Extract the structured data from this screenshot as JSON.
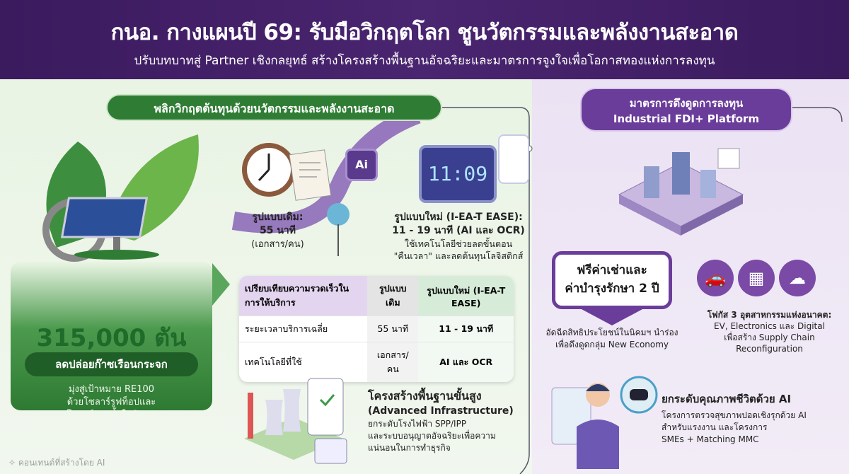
{
  "header": {
    "title": "กนอ. กางแผนปี 69: รับมือวิกฤตโลก ชูนวัตกรรมและพลังงานสะอาด",
    "subtitle": "ปรับบทบาทสู่ Partner เชิงกลยุทธ์ สร้างโครงสร้างพื้นฐานอัจฉริยะและมาตรการจูงใจเพื่อโอกาสทองแห่งการลงทุน"
  },
  "colors": {
    "header": "#3b1a5e",
    "green": "#2f7d34",
    "purple": "#6b3d9a"
  },
  "left": {
    "section_title": "พลิกวิกฤตต้นทุนด้วยนวัตกรรมและพลังงานสะอาด",
    "emission": {
      "value": "315,000 ตัน",
      "label": "ลดปล่อยก๊าซเรือนกระจก",
      "desc": [
        "มุ่งสู่เป้าหมาย RE100",
        "ด้วยโซลาร์รูฟท็อปและ",
        "โซลาร์ลอยน้ำในนิคมฯ"
      ]
    },
    "old_model": {
      "title": "รูปแบบเดิม:",
      "time": "55 นาที",
      "note": "(เอกสาร/คน)"
    },
    "new_model": {
      "title": "รูปแบบใหม่ (I-EA-T EASE):",
      "time": "11 - 19 นาที (AI และ OCR)",
      "desc": [
        "ใช้เทคโนโลยีช่วยลดขั้นตอน",
        "\"คืนเวลา\" และลดต้นทุนโลจิสติกส์"
      ]
    },
    "clock_display": "11:09",
    "ai_chip": "Ai",
    "table": {
      "headers": [
        "เปรียบเทียบความรวดเร็วในการให้บริการ",
        "รูปแบบเดิม",
        "รูปแบบใหม่ (I-EA-T EASE)"
      ],
      "rows": [
        [
          "ระยะเวลาบริการเฉลี่ย",
          "55 นาที",
          "11 - 19 นาที"
        ],
        [
          "เทคโนโลยีที่ใช้",
          "เอกสาร/คน",
          "AI และ OCR"
        ]
      ]
    },
    "infra": {
      "title": "โครงสร้างพื้นฐานขั้นสูง",
      "subtitle": "(Advanced Infrastructure)",
      "desc": [
        "ยกระดับโรงไฟฟ้า SPP/IPP",
        "และระบบอนุญาตอัจฉริยะเพื่อความ",
        "แน่นอนในการทำธุรกิจ"
      ]
    }
  },
  "right": {
    "section_title": [
      "มาตรการดึงดูดการลงทุน",
      "Industrial FDI+ Platform"
    ],
    "free_rent": {
      "title": [
        "ฟรีค่าเช่าและ",
        "ค่าบำรุงรักษา 2 ปี"
      ],
      "desc": [
        "อัดฉีดสิทธิประโยชน์ในนิคมฯ นำร่อง",
        "เพื่อดึงดูดกลุ่ม New Economy"
      ]
    },
    "focus": {
      "icons": [
        "electric-car-icon",
        "ai-chip-brain-icon",
        "cloud-network-icon"
      ],
      "title": "โฟกัส 3 อุตสาหกรรมแห่งอนาคต:",
      "desc": [
        "EV, Electronics และ Digital",
        "เพื่อสร้าง Supply Chain",
        "Reconfiguration"
      ]
    },
    "ai_life": {
      "title": "ยกระดับคุณภาพชีวิตด้วย AI",
      "desc": [
        "โครงการตรวจสุขภาพปอดเชิงรุกด้วย AI",
        "สำหรับแรงงาน และโครงการ",
        "SMEs + Matching MMC"
      ]
    }
  },
  "watermark": "คอนเทนต์ที่สร้างโดย AI"
}
